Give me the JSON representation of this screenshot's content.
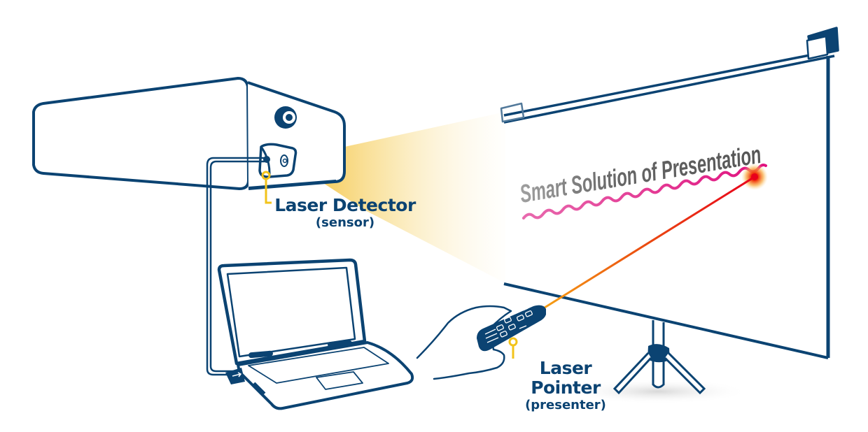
{
  "diagram": {
    "title_on_screen": "Smart Solution of Presentation",
    "labels": {
      "detector": {
        "name": "Laser Detector",
        "role": "(sensor)"
      },
      "pointer": {
        "name": "Laser Pointer",
        "role": "(presenter)"
      }
    },
    "components": [
      {
        "id": "projector",
        "icon": "projector-icon"
      },
      {
        "id": "laser-detector",
        "icon": "sensor-icon"
      },
      {
        "id": "laptop",
        "icon": "laptop-icon"
      },
      {
        "id": "usb-connector",
        "icon": "usb-icon"
      },
      {
        "id": "laser-pointer",
        "icon": "remote-icon"
      },
      {
        "id": "projection-screen",
        "icon": "screen-icon"
      },
      {
        "id": "tripod",
        "icon": "tripod-icon"
      }
    ],
    "colors": {
      "outline": "#0b4372",
      "callout": "#f2c31b",
      "beam": "#f5c842",
      "laser_dot": "#e8001c",
      "squiggle": "#e0107e",
      "screen_text": "#6a6a6a"
    }
  }
}
